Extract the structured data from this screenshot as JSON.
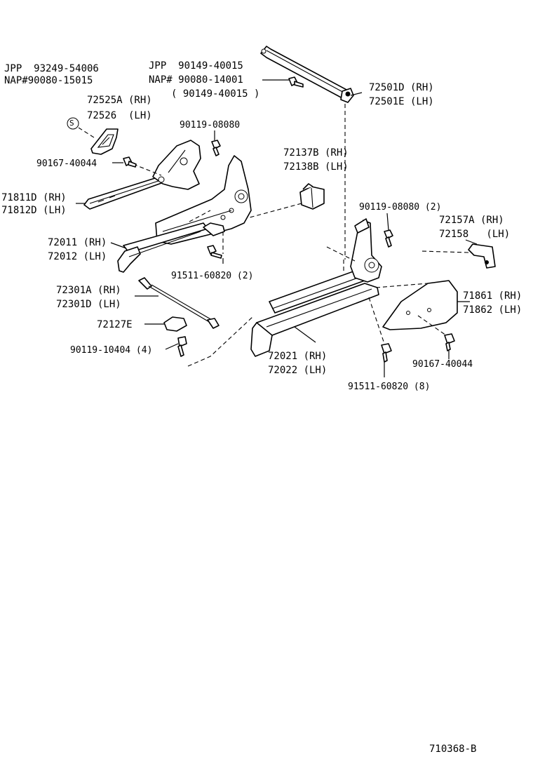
{
  "labels": {
    "jpp_93249": "JPP  93249-54006",
    "nap_90080_15015": "NAP#90080-15015",
    "p72525a": "72525A (RH)",
    "p72526": "72526  (LH)",
    "jpp_90149": "JPP  90149-40015",
    "nap_90080_14001": "NAP# 90080-14001",
    "alt_90149": "( 90149-40015 )",
    "p72501d": "72501D (RH)",
    "p72501e": "72501E (LH)",
    "p90119_08080_top": "90119-08080",
    "p90167_left": "90167-40044",
    "p72137b": "72137B (RH)",
    "p72138b": "72138B (LH)",
    "p71811d": "71811D (RH)",
    "p71812d": "71812D (LH)",
    "p90119_08080_2": "90119-08080 (2)",
    "p72157a": "72157A (RH)",
    "p72158": "72158   (LH)",
    "p72011": "72011 (RH)",
    "p72012": "72012 (LH)",
    "p91511_2": "91511-60820 (2)",
    "p72301a": "72301A (RH)",
    "p72301d": "72301D (LH)",
    "p71861": "71861 (RH)",
    "p71862": "71862 (LH)",
    "p72127e": "72127E",
    "p90119_10404": "90119-10404 (4)",
    "p72021": "72021 (RH)",
    "p72022": "72022 (LH)",
    "p90167_right": "90167-40044",
    "p91511_8": "91511-60820 (8)",
    "s_symbol": "S",
    "figure_code": "710368-B"
  }
}
